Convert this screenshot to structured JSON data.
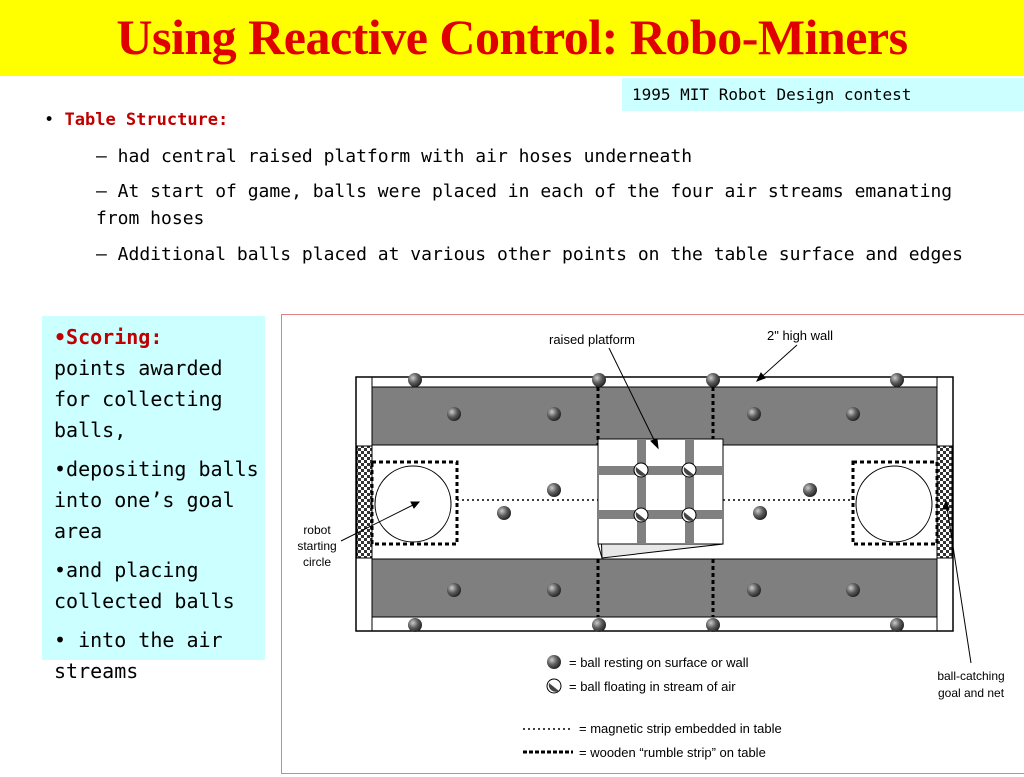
{
  "slide": {
    "title": "Using Reactive Control: Robo-Miners",
    "contest": "1995 MIT Robot Design contest",
    "table_structure": {
      "bullet": "•",
      "label": "Table Structure:",
      "items": [
        "– had central raised platform with air hoses underneath",
        "– At start of game, balls were placed in each of the four air streams emanating from hoses",
        "– Additional balls placed at various other points on the table surface and edges"
      ]
    },
    "scoring": {
      "bullet": "•",
      "label": "Scoring:",
      "text": "points awarded for collecting balls,",
      "items": [
        "•depositing balls into one’s goal area",
        "•and placing collected balls",
        "• into the air streams"
      ]
    }
  },
  "diagram": {
    "labels": {
      "raised_platform": "raised platform",
      "wall": "2\" high wall",
      "robot_circle_1": "robot",
      "robot_circle_2": "starting",
      "robot_circle_3": "circle",
      "goal_1": "ball-catching",
      "goal_2": "goal and net"
    },
    "legend": {
      "resting": "= ball resting on surface or wall",
      "floating": "= ball floating in stream of air",
      "magnetic": "= magnetic strip embedded in table",
      "rumble": "= wooden “rumble strip” on table"
    },
    "colors": {
      "title": "#e00000",
      "title_bar": "#ffff00",
      "highlight": "#ccffff",
      "label_red": "#c00000",
      "band_gray": "#808080"
    }
  }
}
